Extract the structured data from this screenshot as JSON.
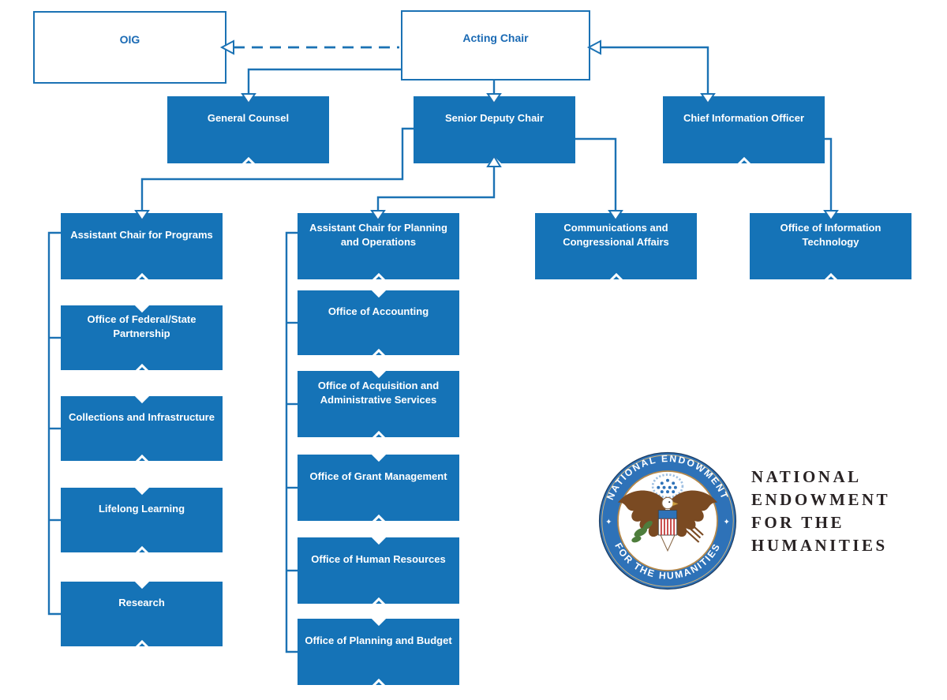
{
  "org_chart": {
    "nodes": [
      {
        "id": "oig",
        "label": "OIG",
        "style": "outline"
      },
      {
        "id": "acting-chair",
        "label": "Acting Chair",
        "style": "outline"
      },
      {
        "id": "general-counsel",
        "label": "General Counsel",
        "style": "filled"
      },
      {
        "id": "senior-deputy-chair",
        "label": "Senior Deputy Chair",
        "style": "filled"
      },
      {
        "id": "chief-information-officer",
        "label": "Chief Information Officer",
        "style": "filled"
      },
      {
        "id": "assistant-chair-for-programs",
        "label": "Assistant Chair for Programs",
        "style": "filled"
      },
      {
        "id": "assistant-chair-for-planning-and-operations",
        "label": "Assistant Chair for Planning and Operations",
        "style": "filled"
      },
      {
        "id": "communications-and-congressional-affairs",
        "label": "Communications and Congressional Affairs",
        "style": "filled"
      },
      {
        "id": "office-of-information-technology",
        "label": "Office of Information Technology",
        "style": "filled"
      },
      {
        "id": "office-of-federal-state-partnership",
        "label": "Office of Federal/State Partnership",
        "style": "filled"
      },
      {
        "id": "collections-and-infrastructure",
        "label": "Collections and Infrastructure",
        "style": "filled"
      },
      {
        "id": "lifelong-learning",
        "label": "Lifelong Learning",
        "style": "filled"
      },
      {
        "id": "research",
        "label": "Research",
        "style": "filled"
      },
      {
        "id": "office-of-accounting",
        "label": "Office of Accounting",
        "style": "filled"
      },
      {
        "id": "office-of-acquisition-and-administrative-services",
        "label": "Office of Acquisition and Administrative Services",
        "style": "filled"
      },
      {
        "id": "office-of-grant-management",
        "label": "Office of Grant Management",
        "style": "filled"
      },
      {
        "id": "office-of-human-resources",
        "label": "Office of Human Resources",
        "style": "filled"
      },
      {
        "id": "office-of-planning-and-budget",
        "label": "Office of Planning and Budget",
        "style": "filled"
      }
    ],
    "colors": {
      "box_fill": "#1573b7",
      "box_border": "#1b72b4",
      "connector_line": "#1b72b4",
      "outline_box_text": "#1a6ab4",
      "filled_box_text": "#ffffff"
    }
  },
  "branding": {
    "seal": {
      "top_text": "NATIONAL ENDOWMENT",
      "bottom_text": "FOR THE HUMANITIES",
      "star_glyph": "✦",
      "ring_color": "#2e72b8"
    },
    "wordmark_lines": [
      "NATIONAL",
      "ENDOWMENT",
      "FOR THE",
      "HUMANITIES"
    ],
    "wordmark_color": "#282223"
  }
}
